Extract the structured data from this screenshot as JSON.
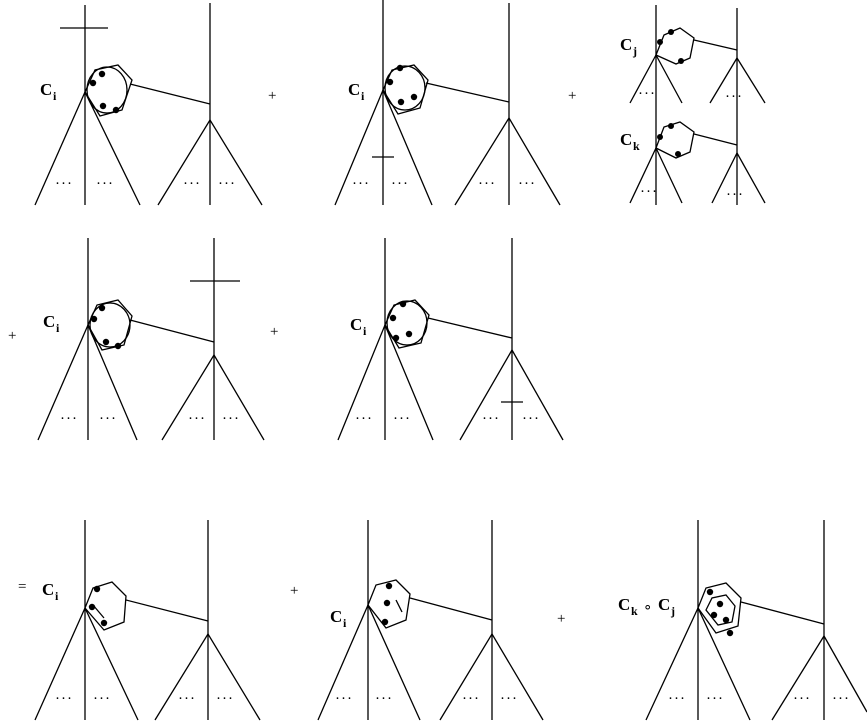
{
  "operators": {
    "plus": "+",
    "equals": "=",
    "compose": "∘"
  },
  "ellipsis": "···",
  "labels": {
    "c": "C",
    "i": "i",
    "j": "j",
    "k": "k"
  }
}
